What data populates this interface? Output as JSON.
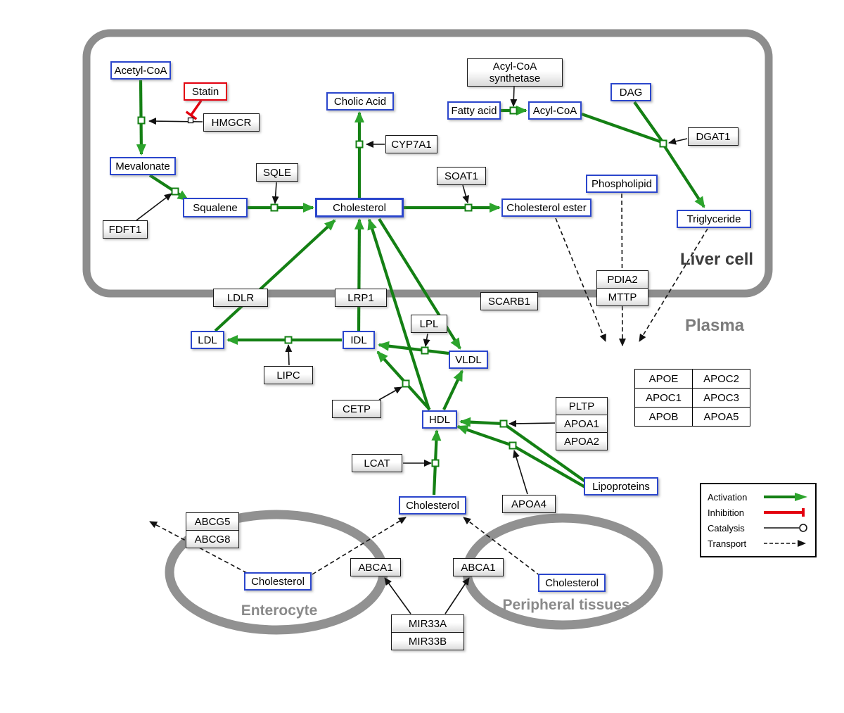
{
  "colors": {
    "activation": "#148014",
    "activation_arrowhead": "#2ca42c",
    "inhibition": "#e3000f",
    "catalysis": "#111111",
    "transport": "#111111",
    "metabolite_border": "#2b46cc",
    "membrane": "#8d8d8d"
  },
  "compartments": {
    "liver": "Liver cell",
    "plasma": "Plasma",
    "enterocyte": "Enterocyte",
    "peripheral": "Peripheral tissues"
  },
  "nodes": {
    "acetyl_coa": "Acetyl-CoA",
    "statin": "Statin",
    "hmgcr": "HMGCR",
    "mevalonate": "Mevalonate",
    "fdft1": "FDFT1",
    "squalene": "Squalene",
    "sqle": "SQLE",
    "cholic_acid": "Cholic Acid",
    "cyp7a1": "CYP7A1",
    "cholesterol_liver": "Cholesterol",
    "soat1": "SOAT1",
    "cholesterol_ester": "Cholesterol ester",
    "acyl_coa_synthetase": "Acyl-CoA synthetase",
    "fatty_acid": "Fatty acid",
    "acyl_coa": "Acyl-CoA",
    "dag": "DAG",
    "dgat1": "DGAT1",
    "phospholipid": "Phospholipid",
    "triglyceride": "Triglyceride",
    "pdia2": "PDIA2",
    "mttp": "MTTP",
    "ldlr": "LDLR",
    "lrp1": "LRP1",
    "scarb1": "SCARB1",
    "ldl": "LDL",
    "idl": "IDL",
    "lipc": "LIPC",
    "lpl": "LPL",
    "vldl": "VLDL",
    "cetp": "CETP",
    "hdl": "HDL",
    "lcat": "LCAT",
    "pltp": "PLTP",
    "apoa1": "APOA1",
    "apoa2": "APOA2",
    "apoa4": "APOA4",
    "lipoproteins": "Lipoproteins",
    "cholesterol_plasma": "Cholesterol",
    "abcg5": "ABCG5",
    "abcg8": "ABCG8",
    "cholesterol_enterocyte": "Cholesterol",
    "abca1_enterocyte": "ABCA1",
    "abca1_peripheral": "ABCA1",
    "cholesterol_peripheral": "Cholesterol",
    "mir33a": "MIR33A",
    "mir33b": "MIR33B"
  },
  "apo_table": {
    "rows": [
      [
        "APOE",
        "APOC2"
      ],
      [
        "APOC1",
        "APOC3"
      ],
      [
        "APOB",
        "APOA5"
      ]
    ]
  },
  "legend": {
    "items": [
      {
        "label": "Activation",
        "type": "activation"
      },
      {
        "label": "Inhibition",
        "type": "inhibition"
      },
      {
        "label": "Catalysis",
        "type": "catalysis"
      },
      {
        "label": "Transport",
        "type": "transport"
      }
    ]
  }
}
